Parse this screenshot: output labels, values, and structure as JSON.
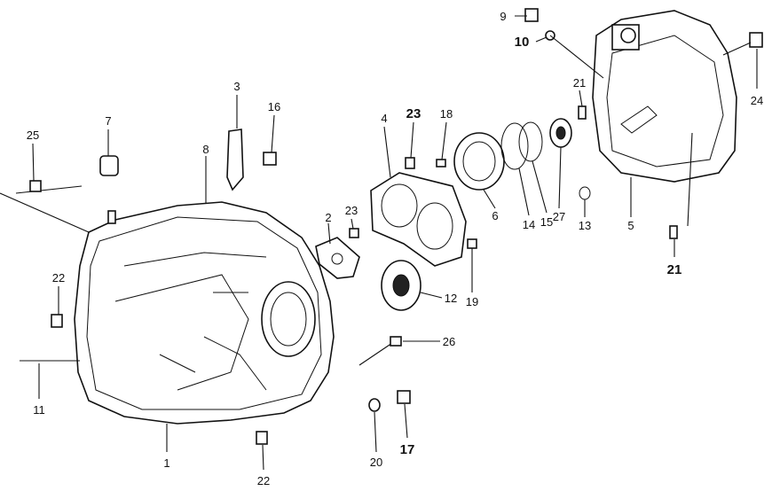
{
  "diagram": {
    "type": "exploded-parts-diagram",
    "labels": [
      "9",
      "10",
      "3",
      "16",
      "25",
      "7",
      "8",
      "23",
      "18",
      "4",
      "21",
      "24",
      "2",
      "23",
      "27",
      "13",
      "5",
      "6",
      "14",
      "15",
      "22",
      "12",
      "19",
      "21",
      "26",
      "11",
      "1",
      "22",
      "20",
      "17"
    ]
  }
}
